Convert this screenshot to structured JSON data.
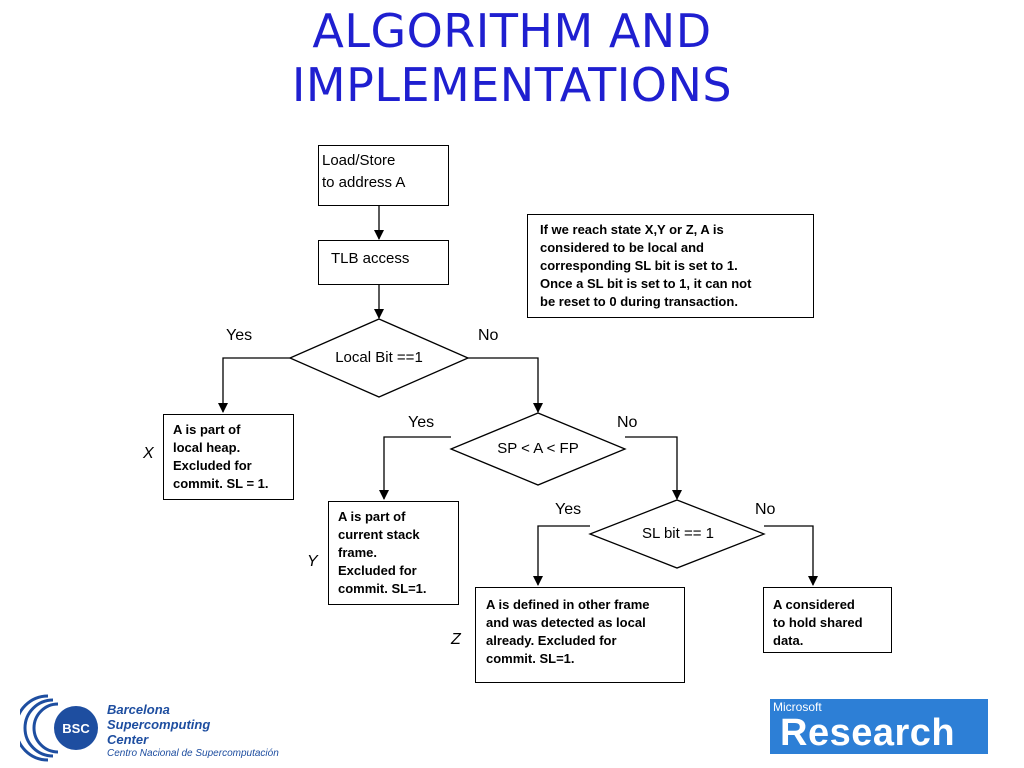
{
  "title": {
    "line1": "ALGORITHM AND",
    "line2": "IMPLEMENTATIONS"
  },
  "boxes": {
    "load_store": [
      "Load/Store",
      "to  address A"
    ],
    "tlb": [
      "TLB access"
    ],
    "note": [
      "If we reach state X,Y or Z, A is",
      "considered to be local and",
      "corresponding SL bit is set to 1.",
      "Once a SL bit is set to 1, it can not",
      "be reset to 0 during transaction."
    ],
    "x_box": [
      "A is part of",
      "local heap.",
      "Excluded for",
      "commit. SL = 1."
    ],
    "y_box": [
      "A is part of",
      "current stack",
      "frame.",
      "Excluded for",
      "commit. SL=1."
    ],
    "z_box": [
      "A is defined in other frame",
      "and was detected as local",
      "already. Excluded for",
      "commit. SL=1."
    ],
    "shared_box": [
      "A considered",
      "to hold shared",
      "data."
    ]
  },
  "decisions": {
    "local_bit": "Local Bit ==1",
    "sp_fp": "SP < A < FP",
    "sl_bit": "SL bit == 1"
  },
  "labels": {
    "yes1": "Yes",
    "no1": "No",
    "yes2": "Yes",
    "no2": "No",
    "yes3": "Yes",
    "no3": "No"
  },
  "states": {
    "x": "X",
    "y": "Y",
    "z": "Z"
  },
  "logos": {
    "bsc": {
      "mark": "BSC",
      "line1": "Barcelona",
      "line2": "Supercomputing",
      "line3": "Center",
      "sub": "Centro Nacional de Supercomputación"
    },
    "msr": {
      "small": "Microsoft",
      "big": "Research"
    }
  }
}
